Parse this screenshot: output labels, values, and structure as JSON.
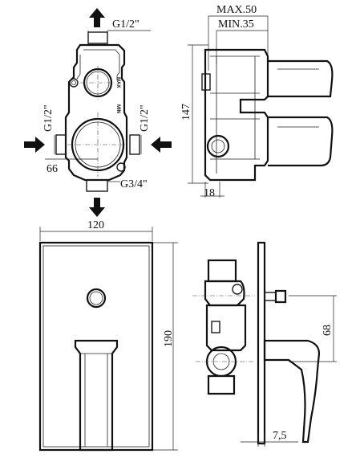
{
  "labels": {
    "inlet_top": "G1/2\"",
    "inlet_left": "G1/2\"",
    "inlet_right": "G1/2\"",
    "outlet_bottom": "G3/4\"",
    "dim_66": "66",
    "max_depth": "MAX.50",
    "min_depth": "MIN.35",
    "height_147": "147",
    "depth_18": "18",
    "plate_width": "120",
    "plate_height": "190",
    "handle_offset": "68",
    "plate_thickness": "7,5",
    "max_mark": "MAX",
    "min_mark": "MIN"
  }
}
